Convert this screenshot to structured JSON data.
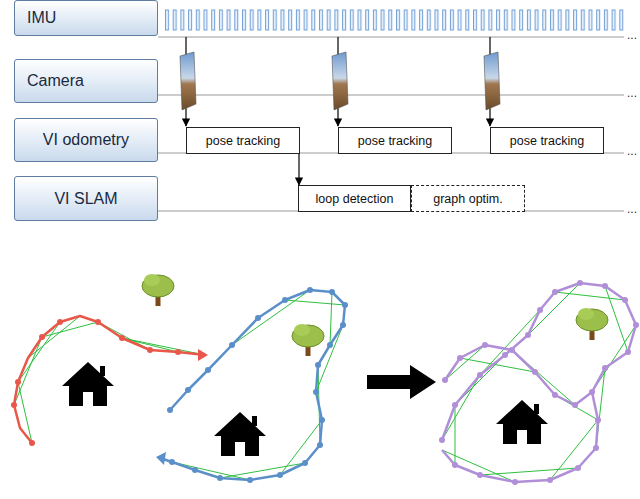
{
  "diagram": {
    "nodes": [
      {
        "text": [
          "IMU"
        ]
      },
      {
        "text": [
          "Camera"
        ]
      },
      {
        "text": [
          "VI odometry"
        ]
      },
      {
        "text": [
          "VI SLAM"
        ]
      },
      {
        "text": [
          "pose tracking"
        ]
      },
      {
        "text": [
          "pose tracking"
        ]
      },
      {
        "text": [
          "pose tracking"
        ]
      },
      {
        "text": [
          "loop detection"
        ]
      },
      {
        "text": [
          "graph optim."
        ]
      }
    ],
    "edges": [
      {
        "from": 4,
        "to": 7,
        "arrow": "to"
      }
    ],
    "labels": [
      "...",
      "...",
      "...",
      "..."
    ]
  }
}
